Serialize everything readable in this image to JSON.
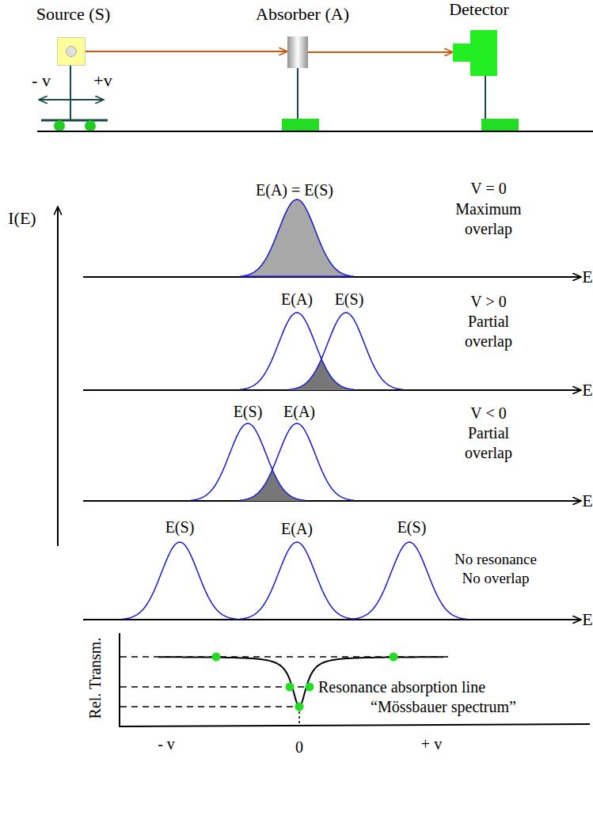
{
  "diagram": {
    "nodes": [
      {
        "text": [
          "Source (S)"
        ]
      },
      {
        "text": [
          "Absorber (A)"
        ]
      },
      {
        "text": [
          "Detector"
        ]
      }
    ],
    "edges": [
      {
        "from": 0,
        "to": 1,
        "arrow": "to"
      },
      {
        "from": 1,
        "to": 2,
        "arrow": "to"
      }
    ],
    "labels": [
      "- v",
      "+v",
      "I(E)",
      "E(A) = E(S)",
      "V = 0",
      "Maximum",
      "overlap",
      "E",
      "E(A)",
      "E(S)",
      "V > 0",
      "Partial",
      "overlap",
      "E",
      "E(S)",
      "E(A)",
      "V < 0",
      "Partial",
      "overlap",
      "E",
      "E(S)",
      "E(A)",
      "E(S)",
      "No resonance",
      "No overlap",
      "E",
      "Rel. Transm.",
      "Resonance absorption line",
      "“Mössbauer spectrum”",
      "- v",
      "0",
      "+ v"
    ]
  }
}
